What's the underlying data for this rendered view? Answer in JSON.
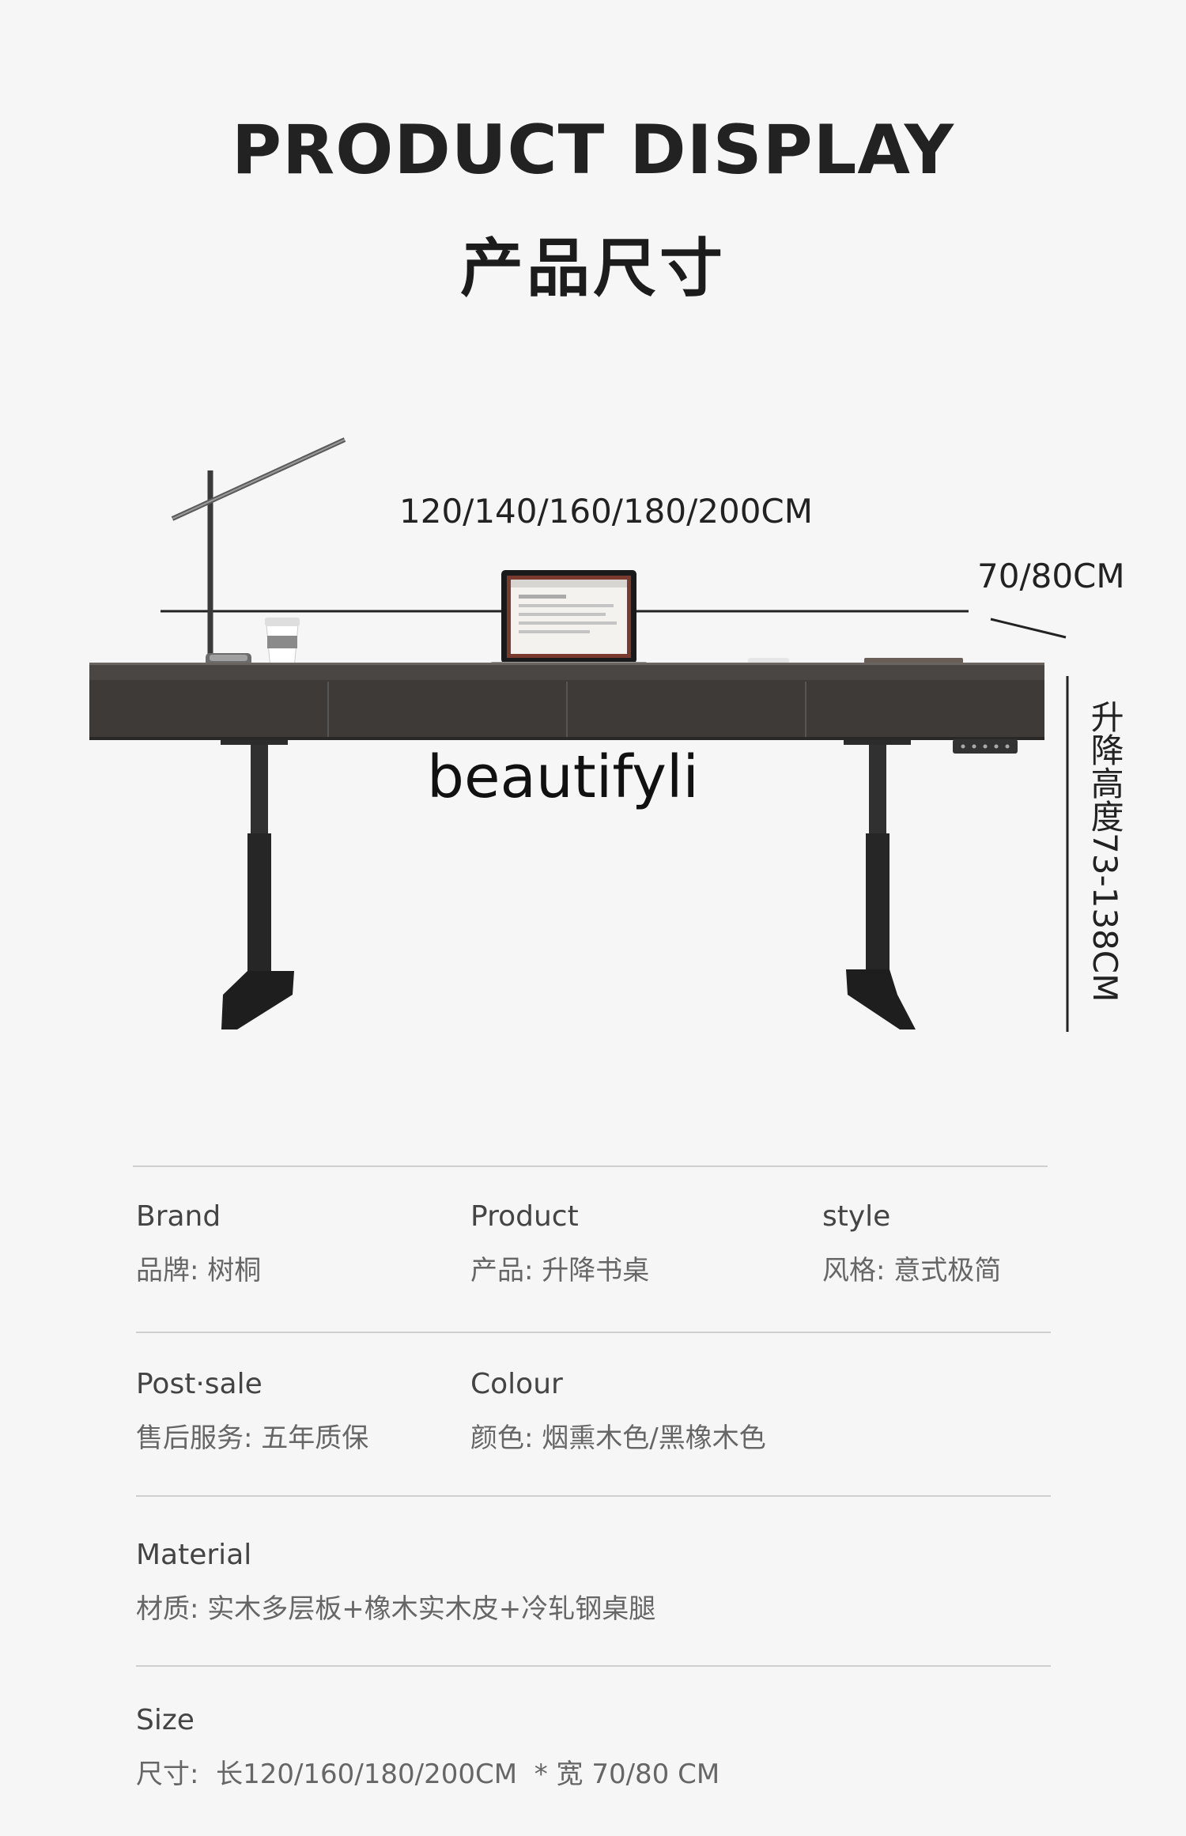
{
  "header": {
    "title_en": "PRODUCT DISPLAY",
    "title_cn": "产品尺寸"
  },
  "dimensions": {
    "width_label": "120/140/160/180/200CM",
    "depth_label": "70/80CM",
    "height_label": "升降高度73-138CM"
  },
  "watermark": "beautifyli",
  "specs": [
    {
      "en": "Brand",
      "cn": "品牌: 树桐"
    },
    {
      "en": "Product",
      "cn": "产品: 升降书桌"
    },
    {
      "en": "style",
      "cn": "风格: 意式极简"
    },
    {
      "en": "Post·sale",
      "cn": "售后服务: 五年质保"
    },
    {
      "en": "Colour",
      "cn": "颜色: 烟熏木色/黑橡木色"
    },
    {
      "en": "Material",
      "cn": "材质: 实木多层板+橡木实木皮+冷轧钢桌腿"
    },
    {
      "en": "Size",
      "cn": "尺寸:  长120/160/180/200CM  * 宽 70/80 CM"
    }
  ],
  "colors": {
    "background": "#f6f6f6",
    "desk_top": "#4a4644",
    "desk_drawers": "#3d3a38",
    "legs": "#2c2c2c",
    "text": "#222222",
    "divider": "#cfcfcf"
  }
}
